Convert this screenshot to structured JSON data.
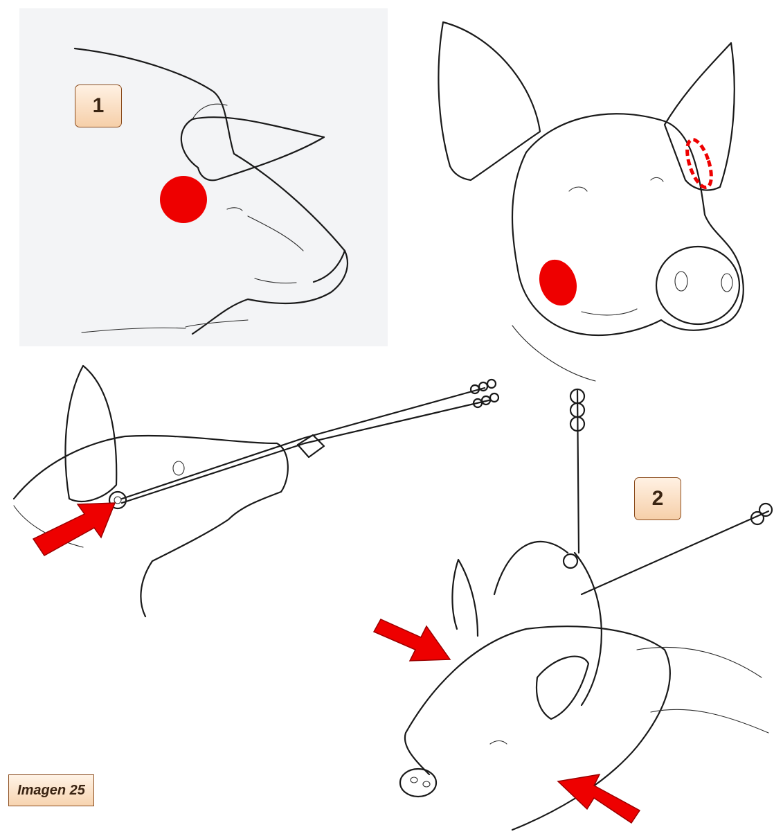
{
  "labels": {
    "one": "1",
    "two": "2"
  },
  "caption": "Imagen 25",
  "colors": {
    "marker": "#ee0000",
    "label_border": "#8a4b1c",
    "label_fill": "#f6cfa9"
  },
  "illustrations": [
    "pig-head-side-view",
    "pig-head-front-view",
    "pig-head-with-stunning-tongs-side",
    "pig-head-with-stunning-tongs-top"
  ]
}
